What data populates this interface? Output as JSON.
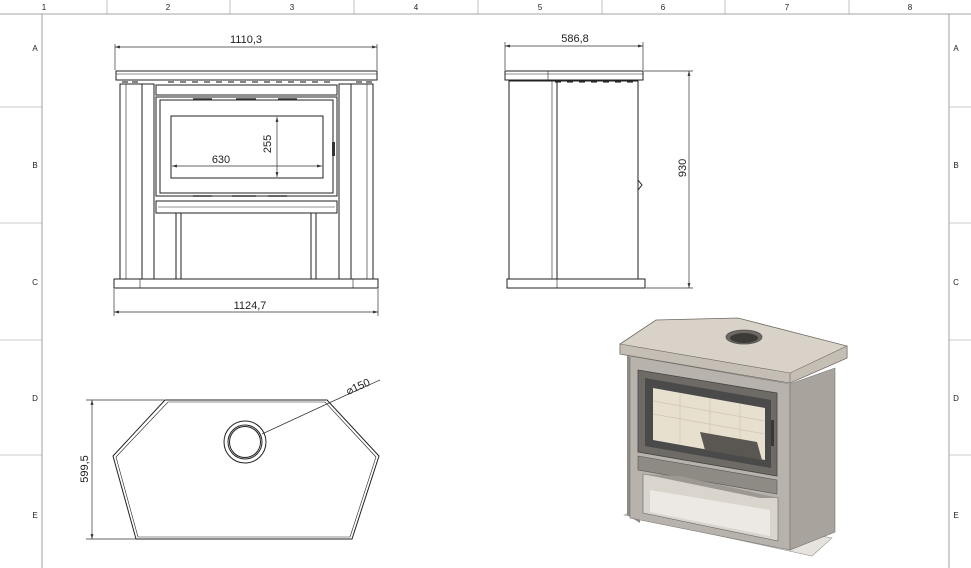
{
  "sheet": {
    "columns": [
      "1",
      "2",
      "3",
      "4",
      "5",
      "6",
      "7",
      "8"
    ],
    "rows": [
      "A",
      "B",
      "C",
      "D",
      "E"
    ]
  },
  "front_view": {
    "top_width": "1110,3",
    "base_width": "1124,7",
    "glass_width": "630",
    "glass_height": "255"
  },
  "side_view": {
    "depth": "586,8",
    "height": "930"
  },
  "top_view": {
    "depth": "599,5",
    "flue_diameter": "⌀150"
  },
  "render": {
    "top_color": "#d8d2c8",
    "body_color": "#b7b2ab",
    "interior_color": "#e8e0cf",
    "glass_color": "#4a4a4a"
  }
}
